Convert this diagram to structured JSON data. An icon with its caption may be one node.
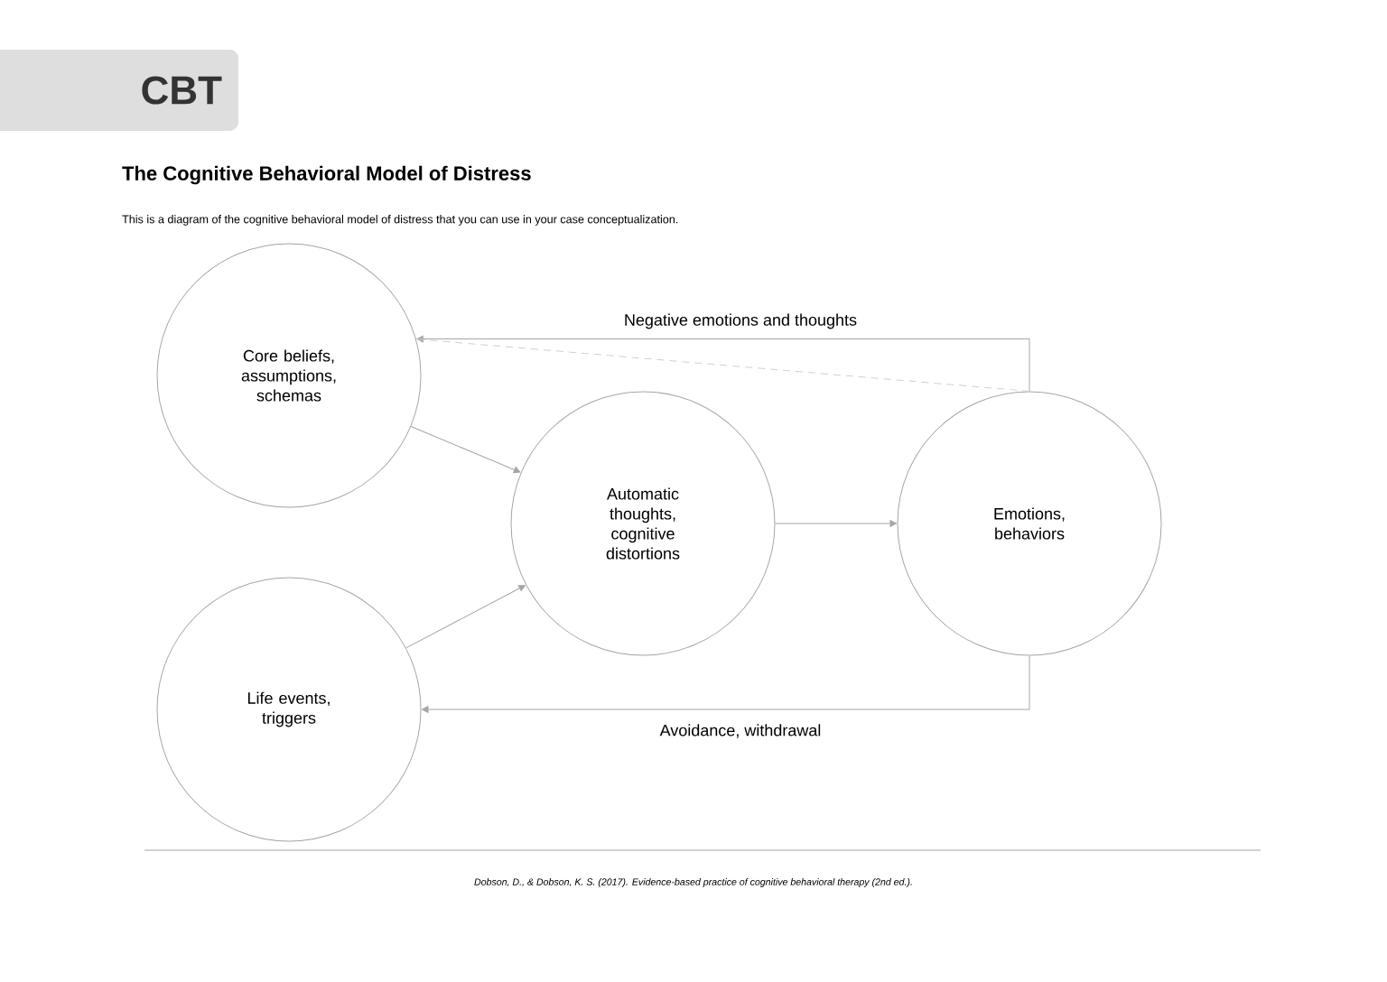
{
  "diagram": {
    "title": "The Cognitive Behavioral Model of Distress",
    "nodes": [
      {
        "text": [
          "CBT"
        ]
      },
      {
        "text": [
          "Core beliefs, assumptions, schemas"
        ]
      },
      {
        "text": [
          "Automatic thoughts, cognitive distortions"
        ]
      },
      {
        "text": [
          "Emotions, behaviors"
        ]
      },
      {
        "text": [
          "Life events, triggers"
        ]
      }
    ],
    "edges": [
      {
        "from": 1,
        "to": 2,
        "arrow": "to"
      },
      {
        "from": 4,
        "to": 2,
        "arrow": "to"
      },
      {
        "from": 2,
        "to": 3,
        "arrow": "to"
      },
      {
        "from": 3,
        "to": 1,
        "arrow": "to",
        "label": "Negative emotions and thoughts"
      },
      {
        "from": 3,
        "to": 1,
        "arrow": "none",
        "style": "dashed",
        "color": "#d0d0d0"
      },
      {
        "from": 3,
        "to": 4,
        "arrow": "to",
        "label": "Avoidance, withdrawal"
      }
    ],
    "labels": [
      "This is a diagram of the cognitive behavioral model of distress that you can use in your case conceptualization.",
      "Dobson, D., & Dobson, K. S. (2017). Evidence-based practice of cognitive behavioral therapy (2nd ed.)."
    ]
  }
}
